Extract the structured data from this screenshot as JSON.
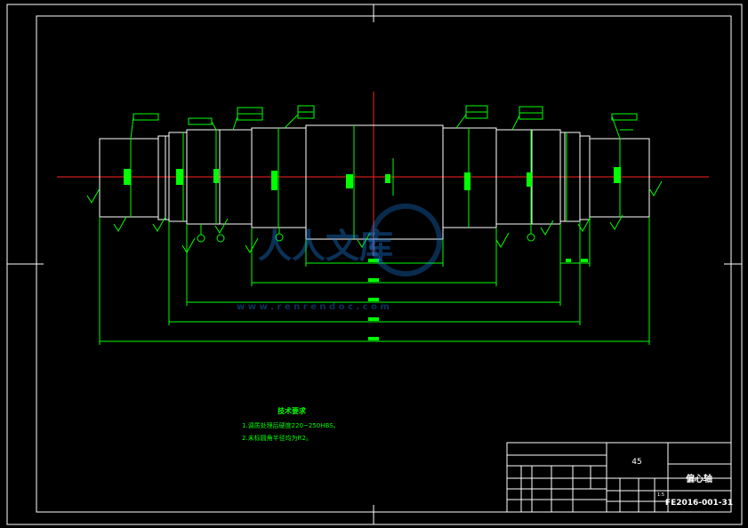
{
  "title_block": {
    "material": "45",
    "part_name": "偏心轴",
    "drawing_no": "FE2016-001-31",
    "scale": "1:5"
  },
  "notes": {
    "heading": "技术要求",
    "lines": [
      "1.调质处理后硬度220~250HBS。",
      "2.未标圆角半径均为R2。"
    ]
  },
  "watermark": {
    "text": "人人文库",
    "url": "w w w . r e n r e n d o c . c o m"
  },
  "colors": {
    "background": "#000000",
    "geometry": "#ffffff",
    "dimensions": "#00ff00",
    "centerline": "#ff2020"
  }
}
